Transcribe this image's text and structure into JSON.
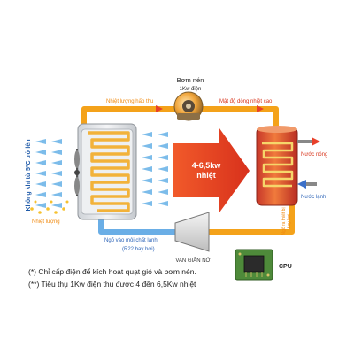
{
  "diagram": {
    "compressor": {
      "title": "Bơm nén",
      "power": "1Kw điện"
    },
    "labels": {
      "heat_absorbed": "Nhiệt lượng hấp thu",
      "high_heat_density": "Mật độ dòng nhiệt cao",
      "air_temperature": "Không khí từ 5ºC trở lên",
      "heat_quantity": "Nhiệt lượng",
      "heat_output": "4-6,5kw nhiệt",
      "hot_water": "Nước nóng",
      "cold_water": "Nước lạnh",
      "refrigerant_in": "Ngõ vào môi chất lạnh",
      "refrigerant_state": "(R22 bay hơi)",
      "expansion_valve": "VAN GIÃN NỞ",
      "hot_outlet": "Ngõ ra thiết bị",
      "hot_outlet_state": "bay hơi",
      "cpu": "CPU"
    },
    "notes": [
      "(*) Chỉ cấp điện để kích hoạt quạt gió và bơm nén.",
      "(**) Tiêu thụ 1Kw điện thu được 4 đến 6,5Kw nhiệt"
    ],
    "colors": {
      "hot_pipe": "#f4a21a",
      "cold_pipe": "#6aaee6",
      "heat_arrow": "#e8402a",
      "tank": "#e8562a",
      "coil": "#f2b23a",
      "label_orange": "#f08a10",
      "label_red": "#d8331a"
    }
  }
}
